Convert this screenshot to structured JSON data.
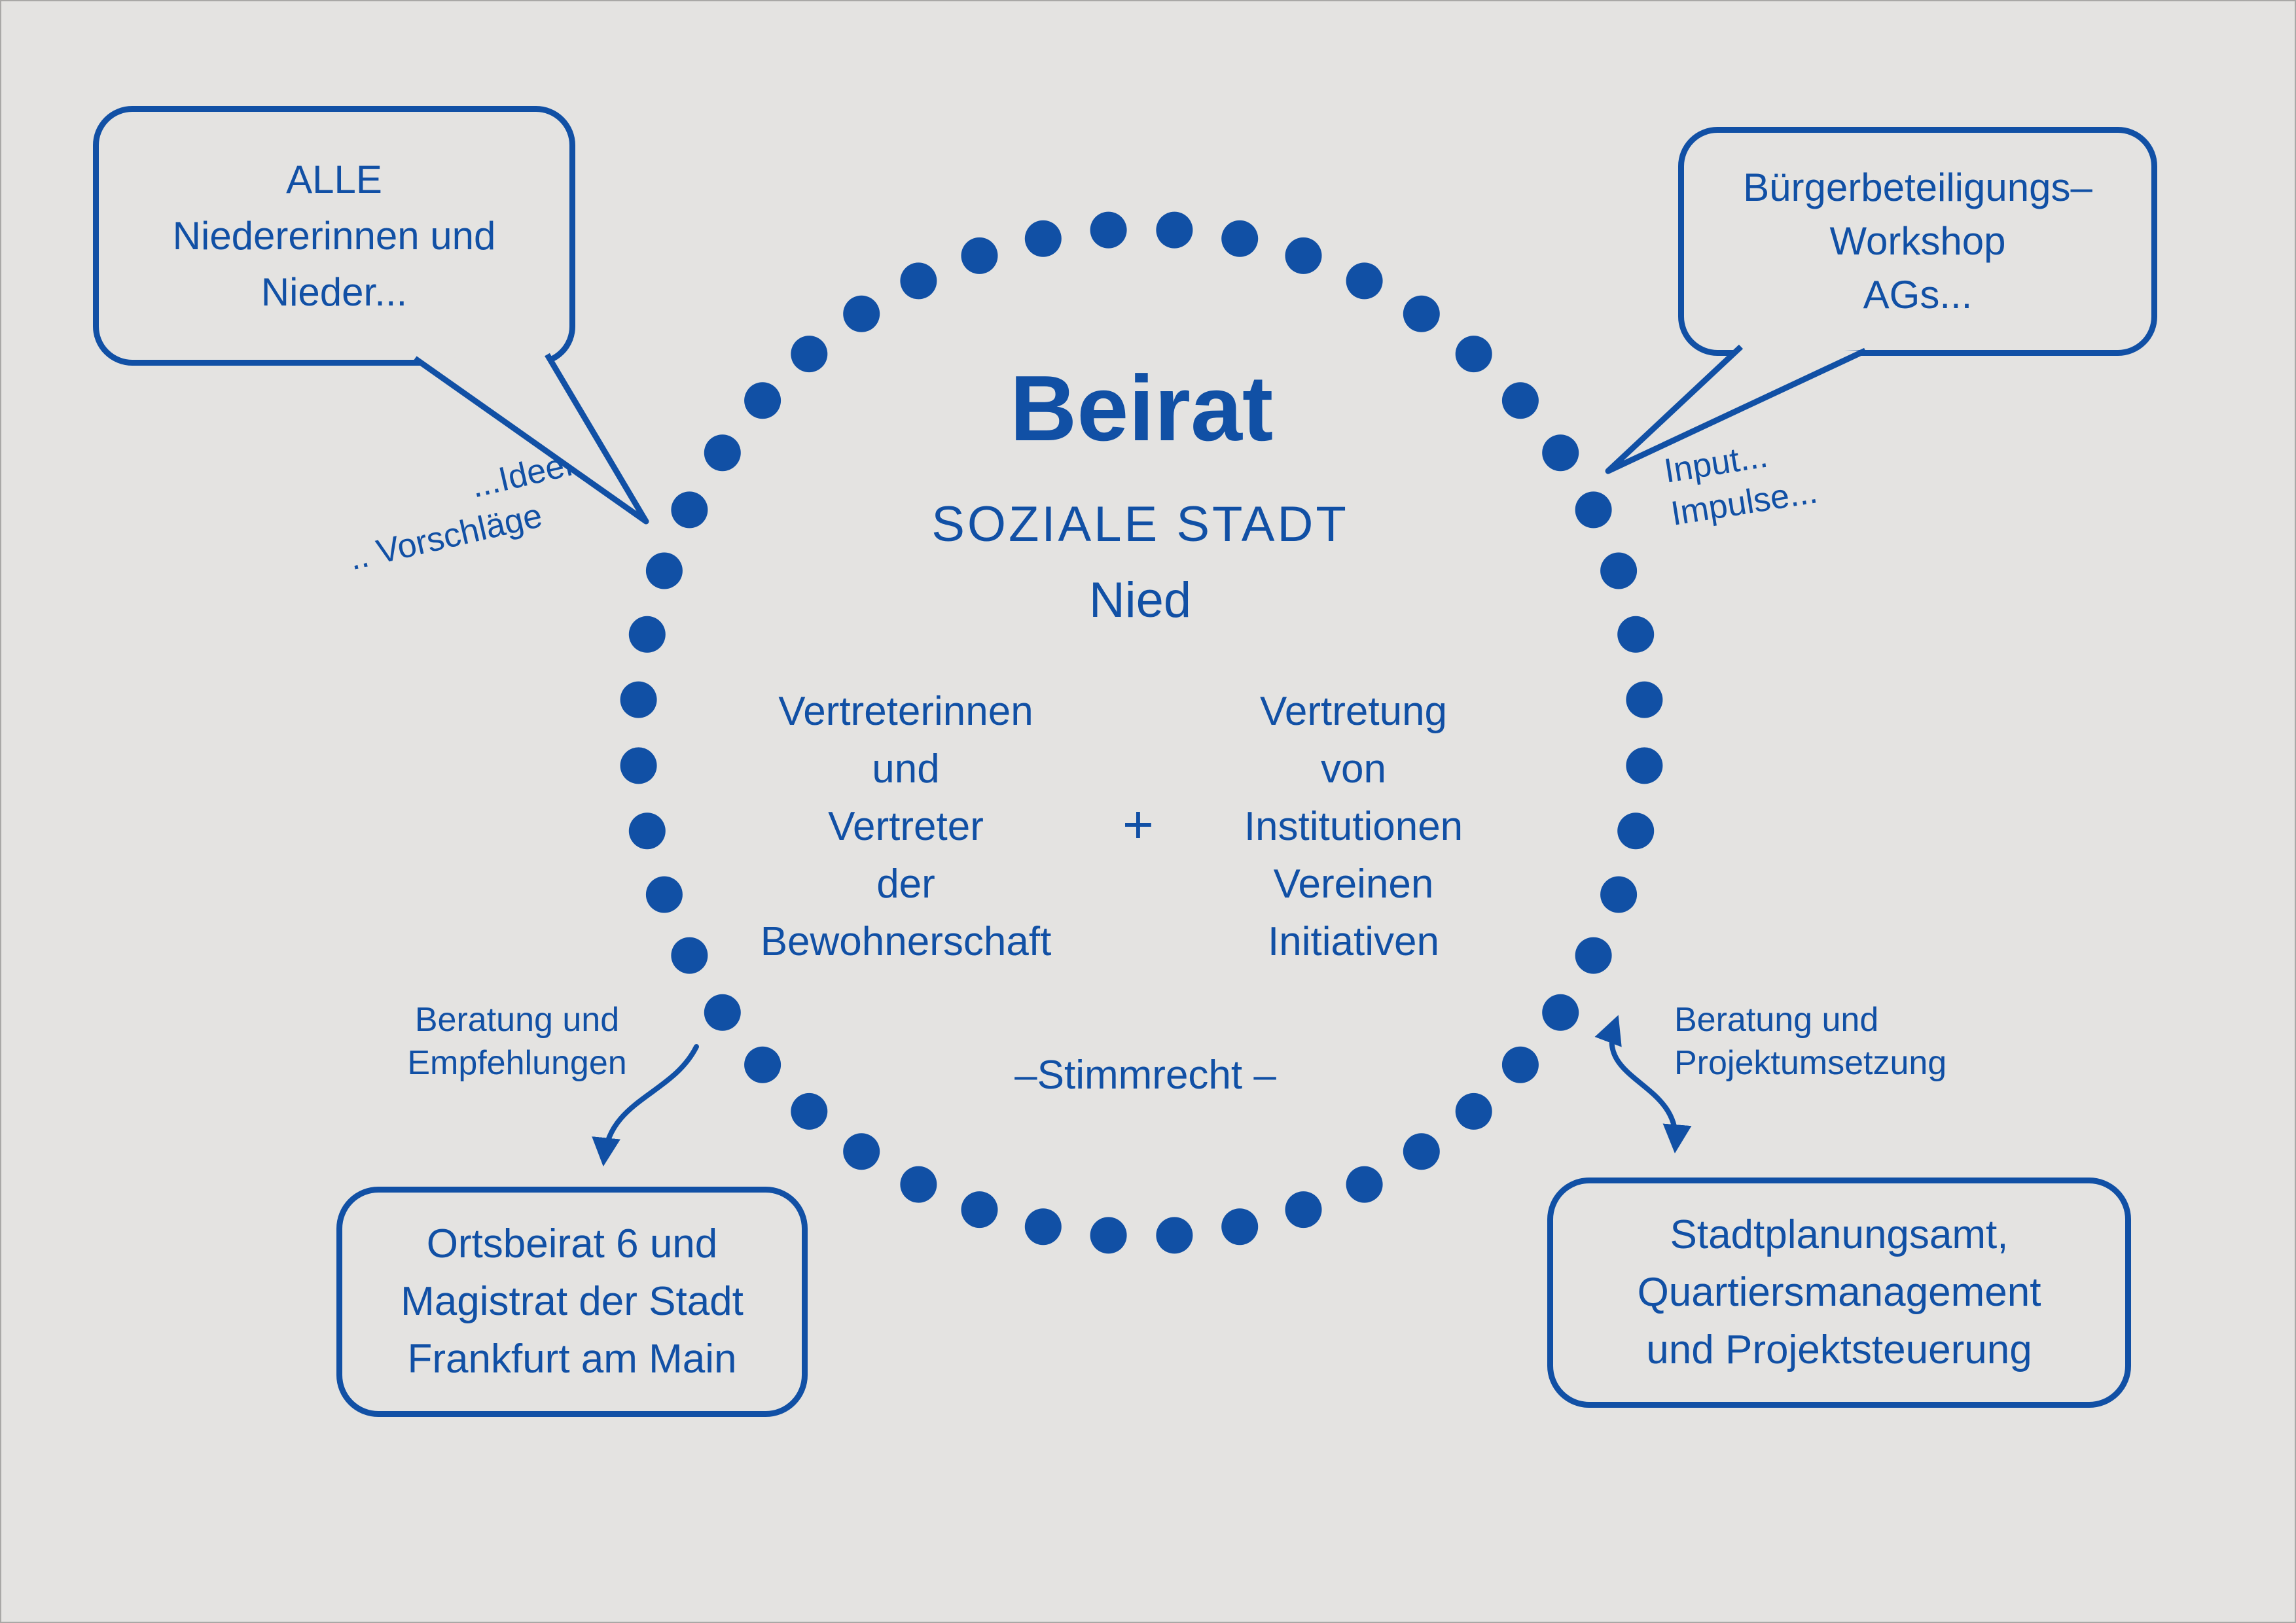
{
  "colors": {
    "blue": "#1150a5",
    "background": "#e4e3e1"
  },
  "circle": {
    "title": "Beirat",
    "subtitle_line1": "SOZIALE STADT",
    "subtitle_line2": "Nied",
    "left_group": {
      "lines": [
        "Vertreterinnen",
        "und",
        "Vertreter",
        "der",
        "Bewohnerschaft"
      ]
    },
    "plus_sign": "+",
    "right_group": {
      "lines": [
        "Vertretung",
        "von",
        "Institutionen",
        "Vereinen",
        "Initiativen"
      ]
    },
    "voting_note": "–Stimmrecht –"
  },
  "callouts": {
    "top_left": {
      "lines": [
        "ALLE",
        "Niedererinnen und",
        "Nieder..."
      ]
    },
    "top_right": {
      "lines": [
        "Bürgerbeteiligungs–",
        "Workshop",
        "AGs..."
      ]
    },
    "bottom_left": {
      "lines": [
        "Ortsbeirat 6 und",
        "Magistrat der Stadt",
        "Frankfurt am Main"
      ]
    },
    "bottom_right": {
      "lines": [
        "Stadtplanungsamt,",
        "Quartiersmanagement",
        "und Projektsteuerung"
      ]
    }
  },
  "flow_labels": {
    "ideas": {
      "lines": [
        "...Ideen",
        ".. Vorschläge"
      ]
    },
    "input": {
      "lines": [
        "Input...",
        "Impulse..."
      ]
    },
    "advice_left": {
      "lines": [
        "Beratung und",
        "Empfehlungen"
      ]
    },
    "advice_right": {
      "lines": [
        "Beratung und",
        "Projektumsetzung"
      ]
    }
  }
}
